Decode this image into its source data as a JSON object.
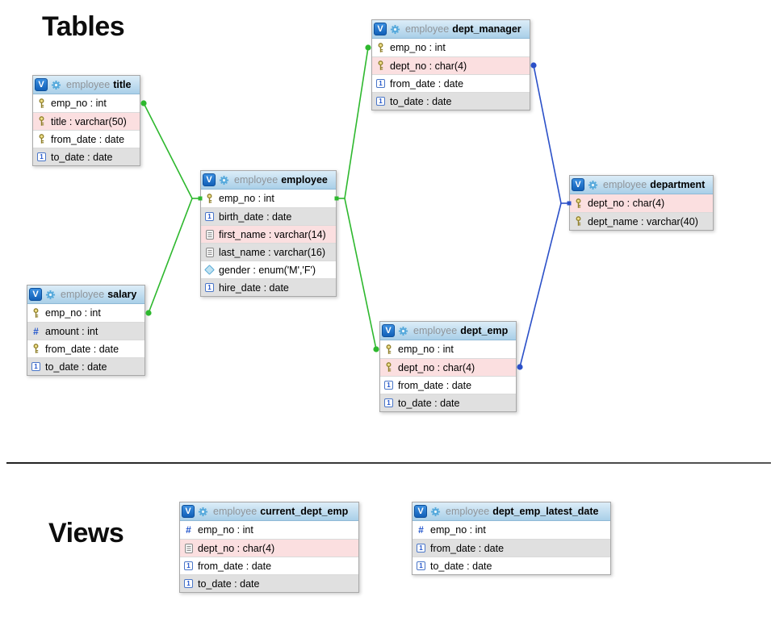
{
  "headings": {
    "tables": "Tables",
    "views": "Views"
  },
  "view_badge": "V",
  "colors": {
    "green_link": "#2eb82e",
    "blue_link": "#2b50c8",
    "row_pink": "#fbdfe0",
    "row_gray": "#e0e0e0",
    "header_top": "#dcedf8",
    "header_bottom": "#a9cfe8"
  },
  "tables": [
    {
      "id": "title",
      "schema": "employee",
      "name": "title",
      "section": "tables",
      "columns": [
        {
          "icon": "key",
          "label": "emp_no : int",
          "bg": "white"
        },
        {
          "icon": "key",
          "label": "title : varchar(50)",
          "bg": "pink"
        },
        {
          "icon": "key",
          "label": "from_date : date",
          "bg": "white"
        },
        {
          "icon": "date",
          "label": "to_date : date",
          "bg": "gray"
        }
      ]
    },
    {
      "id": "dept_manager",
      "schema": "employee",
      "name": "dept_manager",
      "section": "tables",
      "columns": [
        {
          "icon": "key",
          "label": "emp_no : int",
          "bg": "white"
        },
        {
          "icon": "key",
          "label": "dept_no : char(4)",
          "bg": "pink"
        },
        {
          "icon": "date",
          "label": "from_date : date",
          "bg": "white"
        },
        {
          "icon": "date",
          "label": "to_date : date",
          "bg": "gray"
        }
      ]
    },
    {
      "id": "employee",
      "schema": "employee",
      "name": "employee",
      "section": "tables",
      "columns": [
        {
          "icon": "key",
          "label": "emp_no : int",
          "bg": "white"
        },
        {
          "icon": "date",
          "label": "birth_date : date",
          "bg": "gray"
        },
        {
          "icon": "text",
          "label": "first_name : varchar(14)",
          "bg": "pink"
        },
        {
          "icon": "text",
          "label": "last_name : varchar(16)",
          "bg": "gray"
        },
        {
          "icon": "enum",
          "label": "gender : enum('M','F')",
          "bg": "white"
        },
        {
          "icon": "date",
          "label": "hire_date : date",
          "bg": "gray"
        }
      ]
    },
    {
      "id": "salary",
      "schema": "employee",
      "name": "salary",
      "section": "tables",
      "columns": [
        {
          "icon": "key",
          "label": "emp_no : int",
          "bg": "white"
        },
        {
          "icon": "int",
          "label": "amount : int",
          "bg": "gray"
        },
        {
          "icon": "key",
          "label": "from_date : date",
          "bg": "white"
        },
        {
          "icon": "date",
          "label": "to_date : date",
          "bg": "gray"
        }
      ]
    },
    {
      "id": "dept_emp",
      "schema": "employee",
      "name": "dept_emp",
      "section": "tables",
      "columns": [
        {
          "icon": "key",
          "label": "emp_no : int",
          "bg": "white"
        },
        {
          "icon": "key",
          "label": "dept_no : char(4)",
          "bg": "pink"
        },
        {
          "icon": "date",
          "label": "from_date : date",
          "bg": "white"
        },
        {
          "icon": "date",
          "label": "to_date : date",
          "bg": "gray"
        }
      ]
    },
    {
      "id": "department",
      "schema": "employee",
      "name": "department",
      "section": "tables",
      "columns": [
        {
          "icon": "key",
          "label": "dept_no : char(4)",
          "bg": "pink"
        },
        {
          "icon": "key",
          "label": "dept_name : varchar(40)",
          "bg": "gray"
        }
      ]
    },
    {
      "id": "current_dept_emp",
      "schema": "employee",
      "name": "current_dept_emp",
      "section": "views",
      "columns": [
        {
          "icon": "int",
          "label": "emp_no : int",
          "bg": "white"
        },
        {
          "icon": "text",
          "label": "dept_no : char(4)",
          "bg": "pink"
        },
        {
          "icon": "date",
          "label": "from_date : date",
          "bg": "white"
        },
        {
          "icon": "date",
          "label": "to_date : date",
          "bg": "gray"
        }
      ]
    },
    {
      "id": "dept_emp_latest_date",
      "schema": "employee",
      "name": "dept_emp_latest_date",
      "section": "views",
      "columns": [
        {
          "icon": "int",
          "label": "emp_no : int",
          "bg": "white"
        },
        {
          "icon": "date",
          "label": "from_date : date",
          "bg": "gray"
        },
        {
          "icon": "date",
          "label": "to_date : date",
          "bg": "white"
        }
      ]
    }
  ],
  "relations": [
    {
      "color": "#2eb82e",
      "hub": {
        "table": "employee",
        "col": 0,
        "side": "left"
      },
      "leaves": [
        {
          "table": "title",
          "col": 0,
          "side": "right"
        },
        {
          "table": "salary",
          "col": 0,
          "side": "right"
        }
      ]
    },
    {
      "color": "#2eb82e",
      "hub": {
        "table": "employee",
        "col": 0,
        "side": "right"
      },
      "leaves": [
        {
          "table": "dept_manager",
          "col": 0,
          "side": "left"
        },
        {
          "table": "dept_emp",
          "col": 0,
          "side": "left"
        }
      ]
    },
    {
      "color": "#2b50c8",
      "hub": {
        "table": "department",
        "col": 0,
        "side": "left"
      },
      "leaves": [
        {
          "table": "dept_manager",
          "col": 1,
          "side": "right"
        },
        {
          "table": "dept_emp",
          "col": 1,
          "side": "right"
        }
      ]
    }
  ]
}
